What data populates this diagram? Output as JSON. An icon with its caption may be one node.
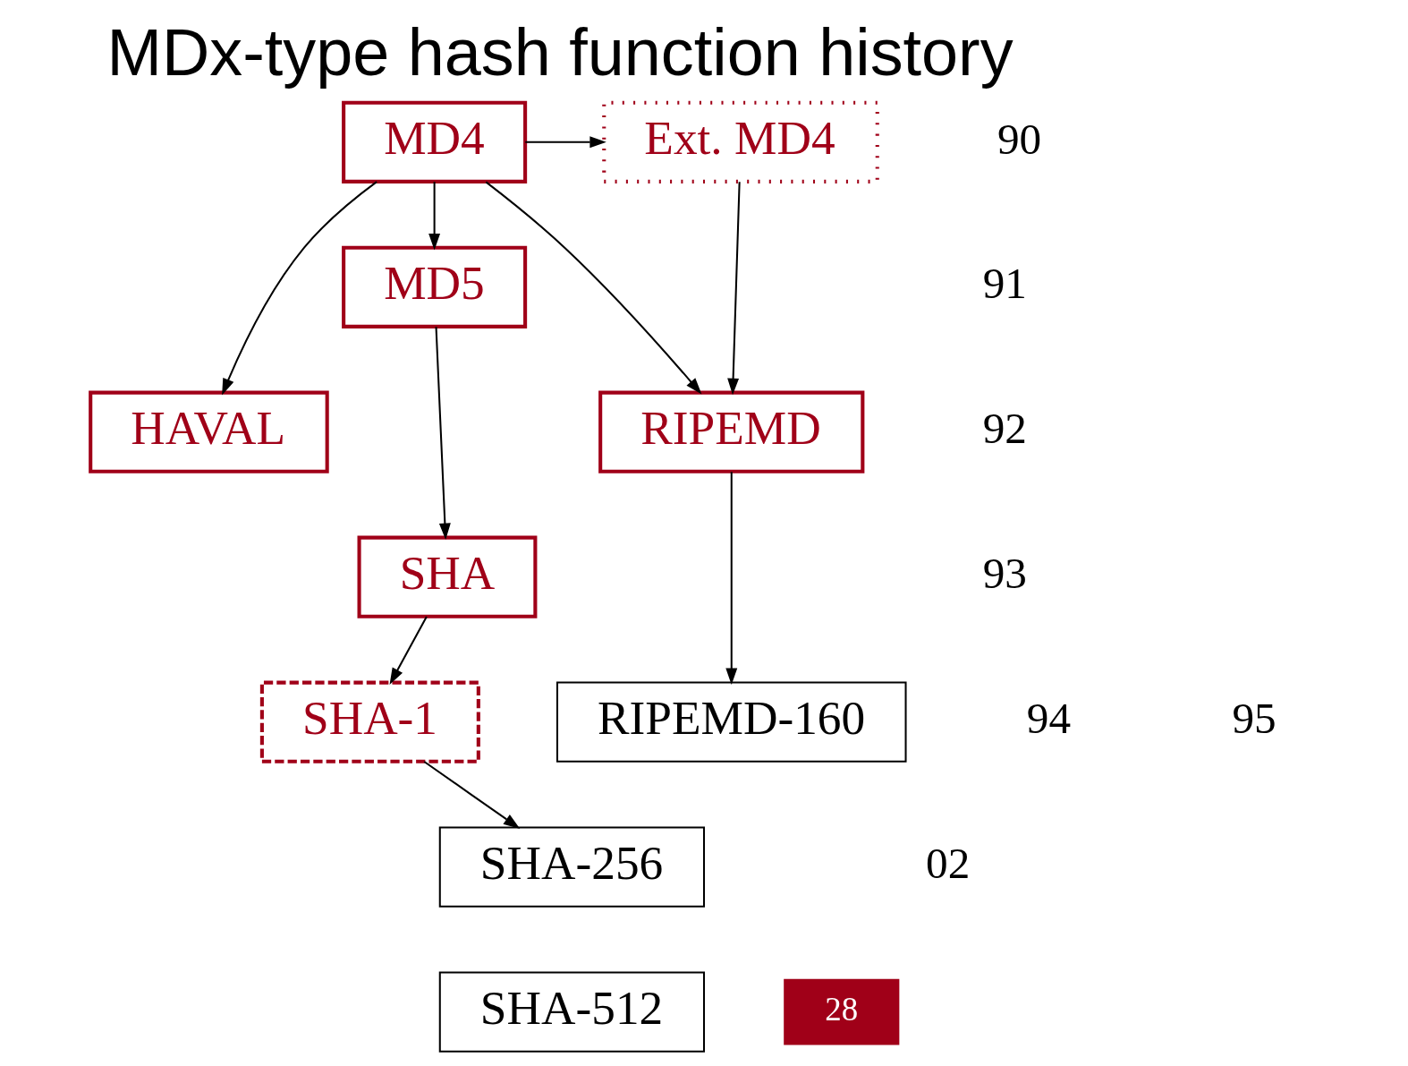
{
  "diagram": {
    "title": "MDx-type hash function history",
    "nodes": [
      {
        "text": [
          "MD4"
        ]
      },
      {
        "text": [
          "Ext. MD4"
        ]
      },
      {
        "text": [
          "MD5"
        ]
      },
      {
        "text": [
          "HAVAL"
        ]
      },
      {
        "text": [
          "RIPEMD"
        ]
      },
      {
        "text": [
          "SHA"
        ]
      },
      {
        "text": [
          "SHA-1"
        ]
      },
      {
        "text": [
          "RIPEMD-160"
        ]
      },
      {
        "text": [
          "SHA-256"
        ]
      },
      {
        "text": [
          "SHA-512"
        ]
      }
    ],
    "edges": [
      {
        "from": 0,
        "to": 1,
        "arrow": "to"
      },
      {
        "from": 0,
        "to": 2,
        "arrow": "to"
      },
      {
        "from": 0,
        "to": 3,
        "arrow": "to"
      },
      {
        "from": 0,
        "to": 4,
        "arrow": "to"
      },
      {
        "from": 1,
        "to": 4,
        "arrow": "to"
      },
      {
        "from": 2,
        "to": 5,
        "arrow": "to"
      },
      {
        "from": 5,
        "to": 6,
        "arrow": "to"
      },
      {
        "from": 4,
        "to": 7,
        "arrow": "to"
      },
      {
        "from": 6,
        "to": 8,
        "arrow": "to"
      }
    ],
    "labels": [
      "90",
      "91",
      "92",
      "93",
      "94",
      "95",
      "02",
      "28"
    ]
  }
}
